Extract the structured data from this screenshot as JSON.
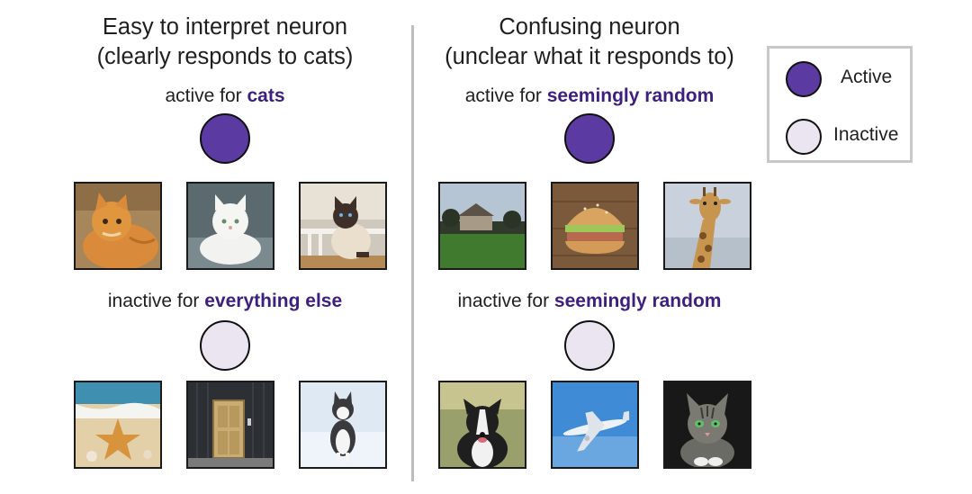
{
  "left_panel": {
    "title_line1": "Easy to interpret neuron",
    "title_line2": "(clearly responds to cats)",
    "active_prefix": "active for",
    "active_highlight": "cats",
    "inactive_prefix": "inactive for",
    "inactive_highlight": "everything else",
    "active_images": [
      "orange-cat-photo",
      "white-cat-photo",
      "siamese-cat-photo"
    ],
    "inactive_images": [
      "starfish-beach-photo",
      "wooden-door-photo",
      "husky-snow-photo"
    ]
  },
  "right_panel": {
    "title_line1": "Confusing neuron",
    "title_line2": "(unclear what it responds to)",
    "active_prefix": "active for",
    "active_highlight": "seemingly random",
    "inactive_prefix": "inactive for",
    "inactive_highlight": "seemingly random",
    "active_images": [
      "house-lawn-photo",
      "burger-photo",
      "giraffe-photo"
    ],
    "inactive_images": [
      "border-collie-photo",
      "airplane-photo",
      "tabby-cat-photo"
    ]
  },
  "legend": {
    "active_label": "Active",
    "inactive_label": "Inactive"
  },
  "colors": {
    "active": "#5b3aa1",
    "inactive": "#ebe4f1",
    "highlight_text": "#3d1f7e",
    "divider": "#bdbdbd"
  }
}
